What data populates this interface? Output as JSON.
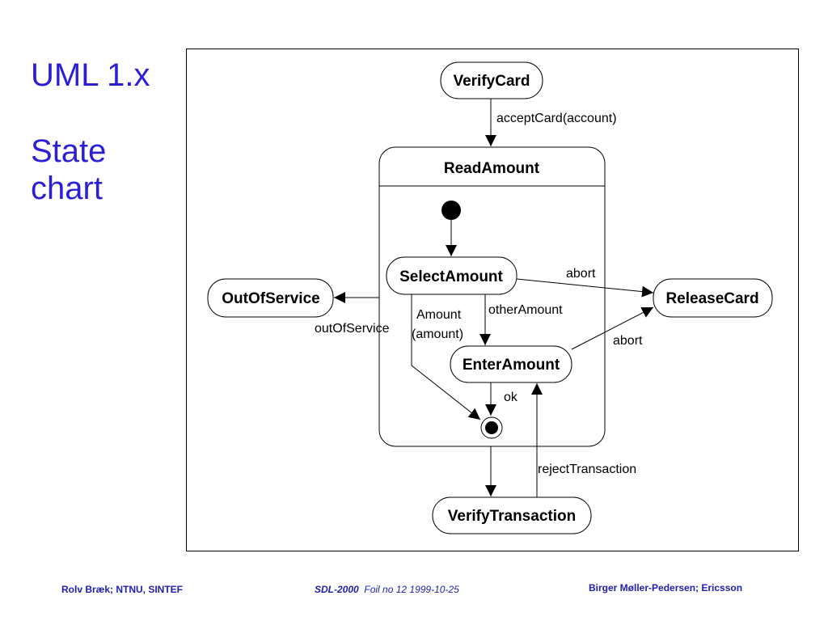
{
  "title": {
    "line1": "UML 1.x",
    "line2": "State",
    "line3": "chart"
  },
  "diagram": {
    "states": {
      "verify_card": "VerifyCard",
      "read_amount": "ReadAmount",
      "select_amount": "SelectAmount",
      "enter_amount": "EnterAmount",
      "out_of_service": "OutOfService",
      "release_card": "ReleaseCard",
      "verify_transaction": "VerifyTransaction"
    },
    "transitions": {
      "accept_card": "acceptCard(account)",
      "abort_select": "abort",
      "abort_enter": "abort",
      "other_amount": "otherAmount",
      "amount_line1": "Amount",
      "amount_line2": "(amount)",
      "out_of_service": "outOfService",
      "ok": "ok",
      "reject_transaction": "rejectTransaction"
    }
  },
  "footer": {
    "left": "Rolv Bræk;  NTNU, SINTEF",
    "center_bold": "SDL-2000",
    "center_rest": "Foil no 12 1999-10-25",
    "right": "Birger Møller-Pedersen;  Ericsson"
  }
}
